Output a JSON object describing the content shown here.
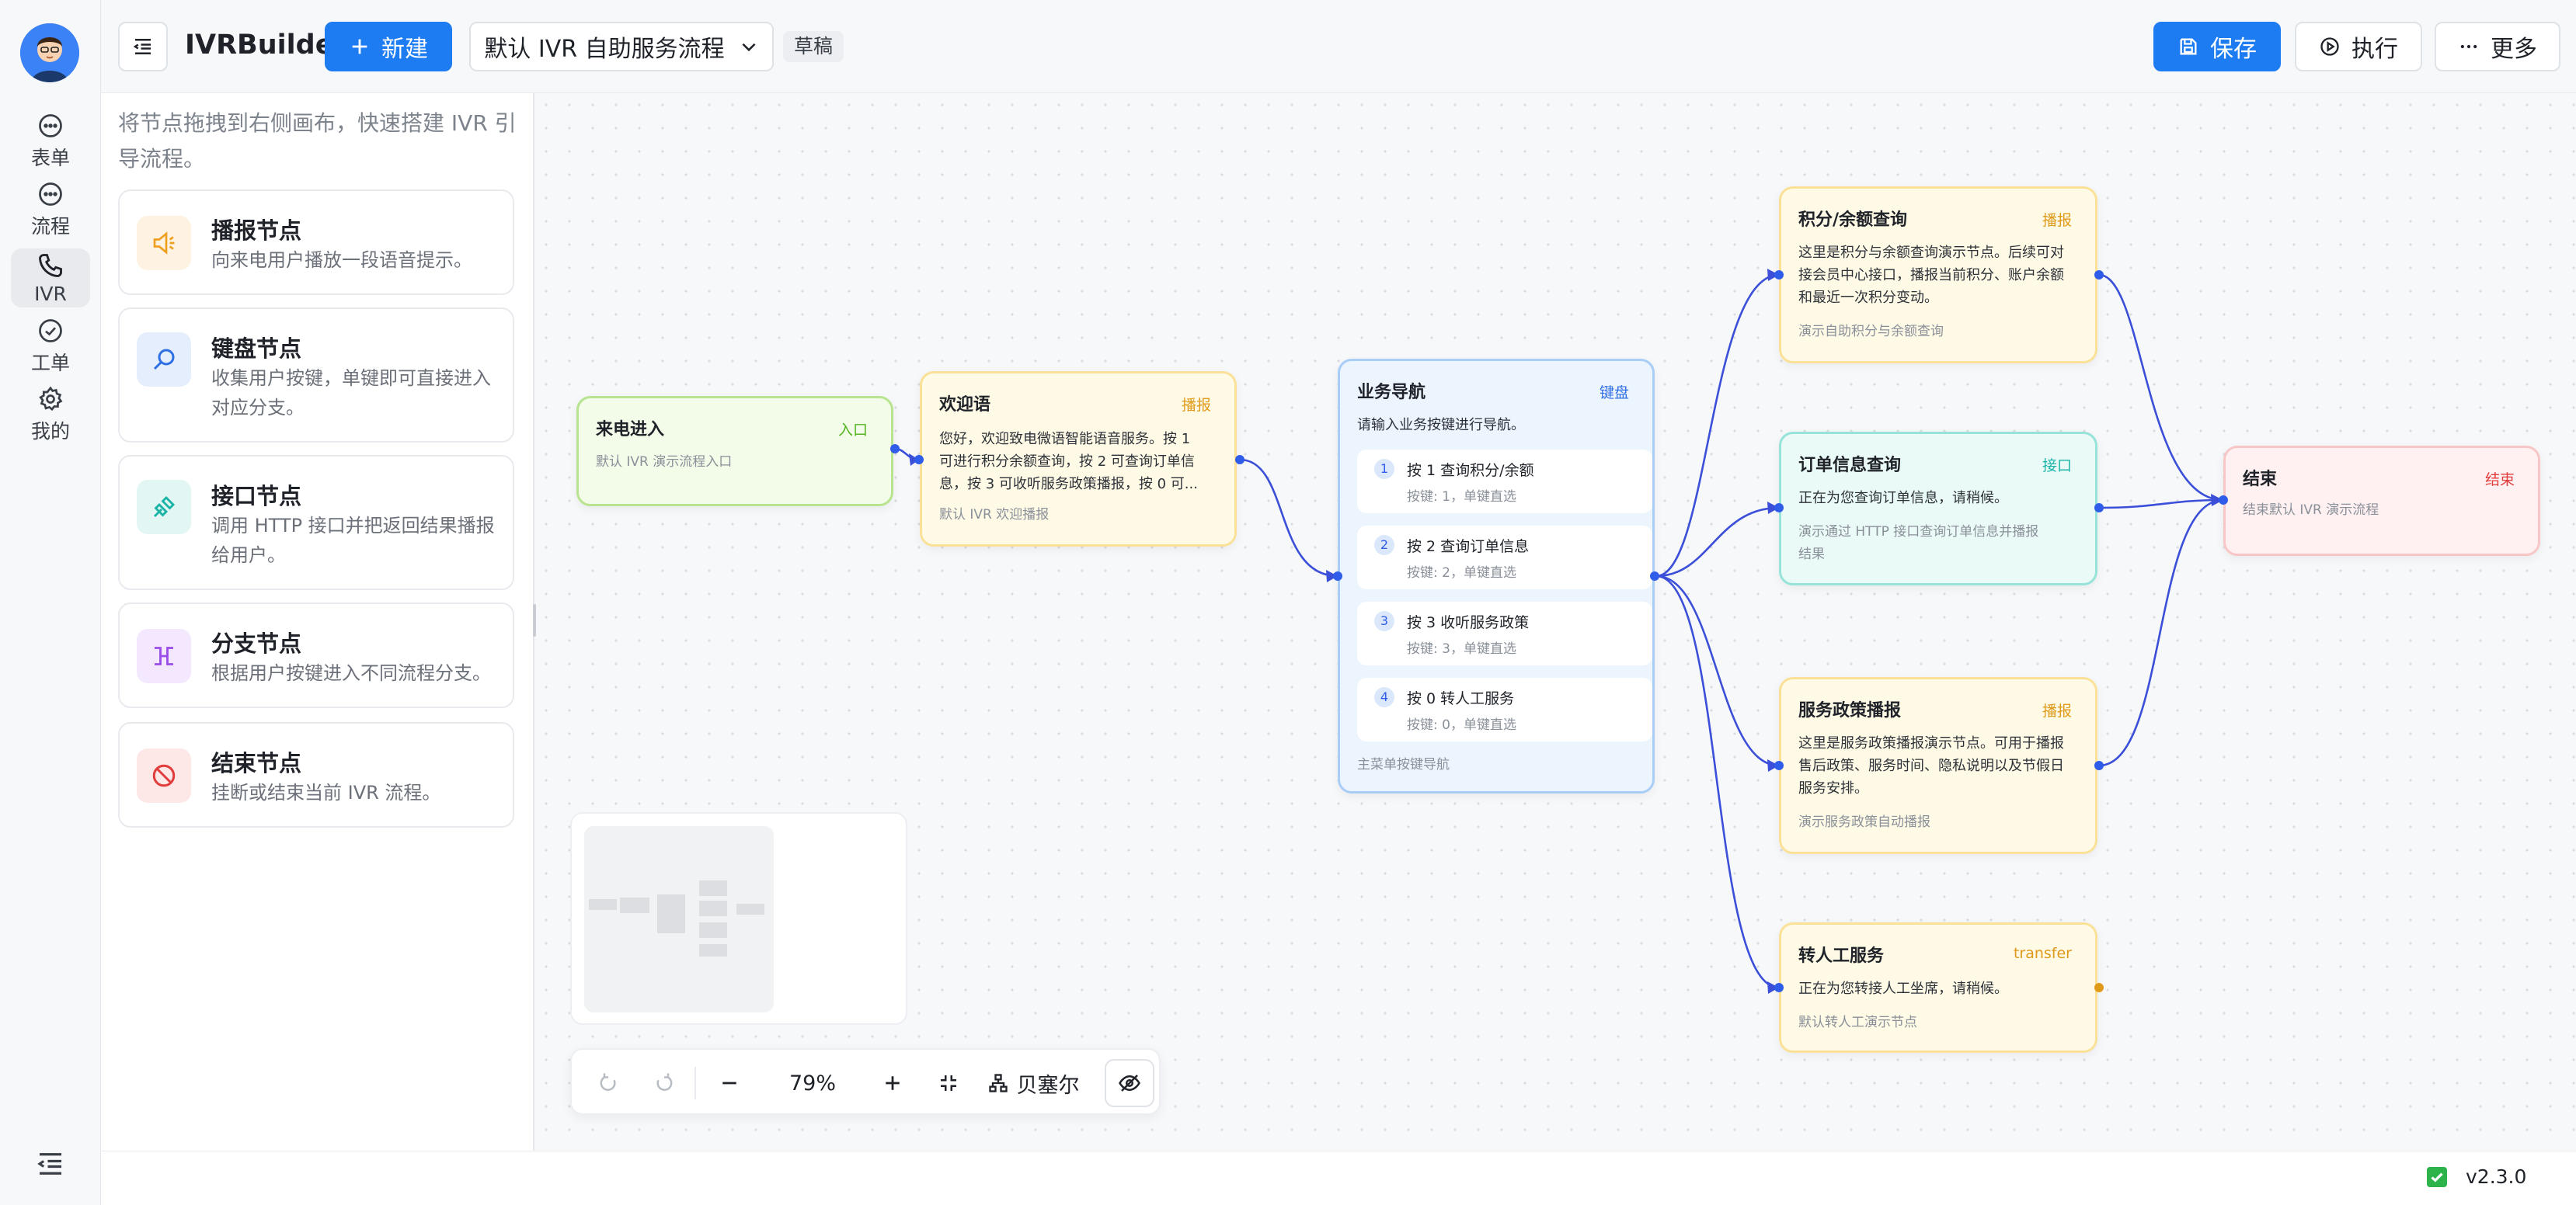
{
  "app": {
    "title": "IVRBuilder"
  },
  "rail": {
    "items": [
      {
        "label": "表单",
        "icon": "chat-bubble-icon"
      },
      {
        "label": "流程",
        "icon": "chat-bubble-icon"
      },
      {
        "label": "IVR",
        "icon": "phone-icon"
      },
      {
        "label": "工单",
        "icon": "check-circle-icon"
      },
      {
        "label": "我的",
        "icon": "gear-icon"
      }
    ],
    "active": "IVR"
  },
  "header": {
    "new_label": "新建",
    "flow_select": "默认 IVR 自助服务流程",
    "status_badge": "草稿",
    "save_label": "保存",
    "run_label": "执行",
    "more_label": "更多"
  },
  "palette": {
    "hint": "将节点拖拽到右侧画布，快速搭建 IVR 引导流程。",
    "items": [
      {
        "title": "播报节点",
        "desc": "向来电用户播放一段语音提示。",
        "icon": "speaker-icon",
        "color": "#f0a020"
      },
      {
        "title": "键盘节点",
        "desc": "收集用户按键，单键即可直接进入对应分支。",
        "icon": "search-icon",
        "color": "#2f6fe4"
      },
      {
        "title": "接口节点",
        "desc": "调用 HTTP 接口并把返回结果播报给用户。",
        "icon": "plug-icon",
        "color": "#1bb5a8"
      },
      {
        "title": "分支节点",
        "desc": "根据用户按键进入不同流程分支。",
        "icon": "branch-icon",
        "color": "#9a4de8"
      },
      {
        "title": "结束节点",
        "desc": "挂断或结束当前 IVR 流程。",
        "icon": "ban-icon",
        "color": "#e23b3b"
      }
    ]
  },
  "nodes": {
    "entry": {
      "title": "来电进入",
      "tag": "入口",
      "foot": "默认 IVR 演示流程入口"
    },
    "welcome": {
      "title": "欢迎语",
      "tag": "播报",
      "body": [
        "您好，欢迎致电微语智能语音服务。按 1",
        "可进行积分余额查询，按 2 可查询订单信",
        "息，按 3 可收听服务政策播报，按 0 可..."
      ],
      "foot": "默认 IVR 欢迎播报"
    },
    "menu": {
      "title": "业务导航",
      "tag": "键盘",
      "prompt": "请输入业务按键进行导航。",
      "options": [
        {
          "num": "1",
          "label": "按 1 查询积分/余额",
          "sub": "按键: 1，单键直选"
        },
        {
          "num": "2",
          "label": "按 2 查询订单信息",
          "sub": "按键: 2，单键直选"
        },
        {
          "num": "3",
          "label": "按 3 收听服务政策",
          "sub": "按键: 3，单键直选"
        },
        {
          "num": "4",
          "label": "按 0 转人工服务",
          "sub": "按键: 0，单键直选"
        }
      ],
      "foot": "主菜单按键导航"
    },
    "points": {
      "title": "积分/余额查询",
      "tag": "播报",
      "body": [
        "这里是积分与余额查询演示节点。后续可对",
        "接会员中心接口，播报当前积分、账户余额",
        "和最近一次积分变动。"
      ],
      "foot": "演示自助积分与余额查询"
    },
    "order": {
      "title": "订单信息查询",
      "tag": "接口",
      "body": [
        "正在为您查询订单信息，请稍候。"
      ],
      "foot": [
        "演示通过 HTTP 接口查询订单信息并播报",
        "结果"
      ]
    },
    "policy": {
      "title": "服务政策播报",
      "tag": "播报",
      "body": [
        "这里是服务政策播报演示节点。可用于播报",
        "售后政策、服务时间、隐私说明以及节假日",
        "服务安排。"
      ],
      "foot": "演示服务政策自动播报"
    },
    "transfer": {
      "title": "转人工服务",
      "tag": "transfer",
      "body": [
        "正在为您转接人工坐席，请稍候。"
      ],
      "foot": "默认转人工演示节点"
    },
    "end": {
      "title": "结束",
      "tag": "结束",
      "foot": "结束默认 IVR 演示流程"
    }
  },
  "toolbar": {
    "zoom": "79%",
    "layout_label": "贝塞尔"
  },
  "status": {
    "version": "v2.3.0"
  },
  "colors": {
    "primary": "#1e7cf2",
    "edge": "#3b4fd8"
  }
}
